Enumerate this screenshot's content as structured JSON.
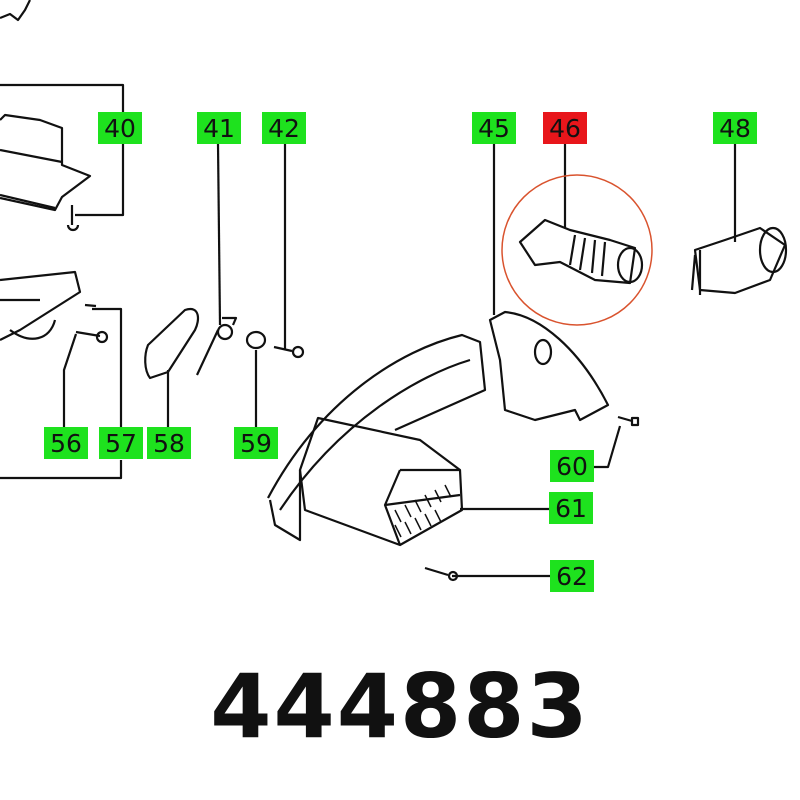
{
  "callouts": {
    "c40": "40",
    "c41": "41",
    "c42": "42",
    "c45": "45",
    "c46": "46",
    "c48": "48",
    "c56": "56",
    "c57": "57",
    "c58": "58",
    "c59": "59",
    "c60": "60",
    "c61": "61",
    "c62": "62"
  },
  "selected_callout": "46",
  "part_number": "444883",
  "colors": {
    "callout": "#1ee21e",
    "selected": "#e8161b",
    "highlight_circle": "#d9532e"
  }
}
